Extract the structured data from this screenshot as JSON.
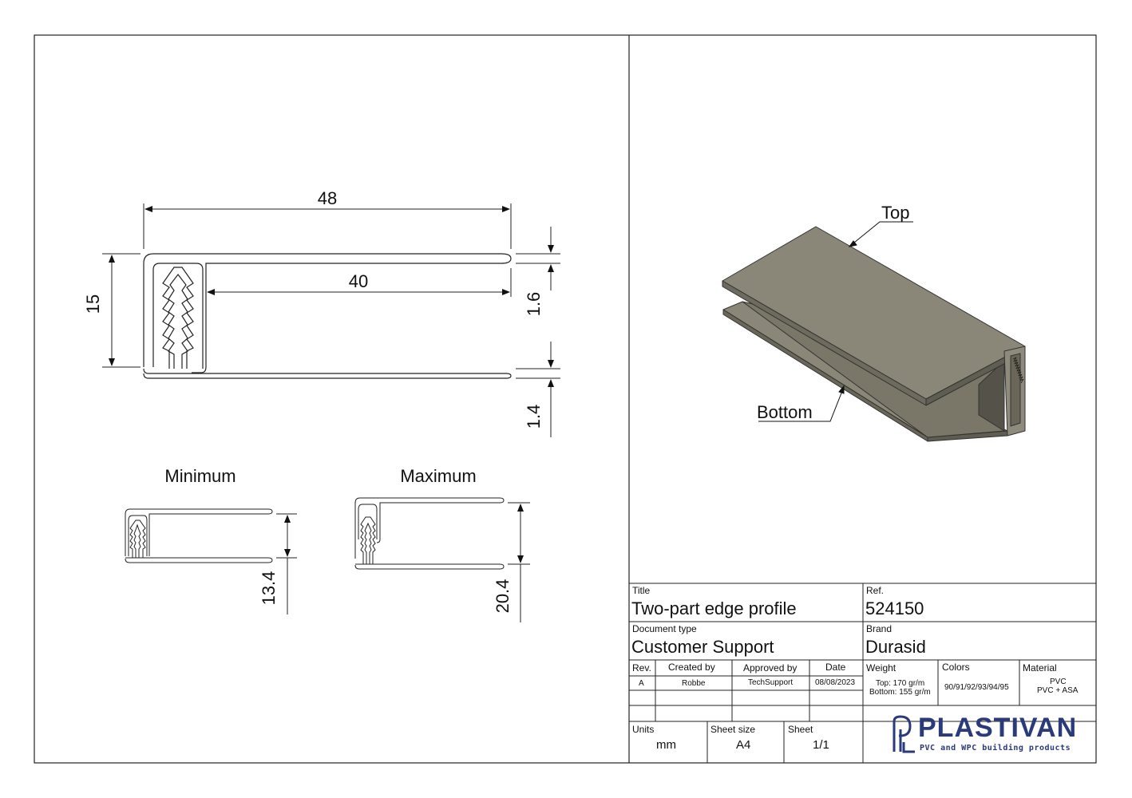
{
  "drawing": {
    "dimensions": {
      "overall_width": "48",
      "inner_width": "40",
      "height": "15",
      "top_thickness": "1.6",
      "bottom_thickness": "1.4",
      "min_height": "13.4",
      "max_height": "20.4"
    },
    "views": {
      "minimum_label": "Minimum",
      "maximum_label": "Maximum",
      "top_callout": "Top",
      "bottom_callout": "Bottom"
    },
    "colors": {
      "profile_fill": "#8a8778",
      "profile_dark": "#5f5c50",
      "profile_light": "#9e9a8a"
    }
  },
  "title_block": {
    "title_label": "Title",
    "title_value": "Two-part edge profile",
    "ref_label": "Ref.",
    "ref_value": "524150",
    "doctype_label": "Document type",
    "doctype_value": "Customer Support",
    "brand_label": "Brand",
    "brand_value": "Durasid",
    "rev_header": "Rev.",
    "created_header": "Created by",
    "approved_header": "Approved by",
    "date_header": "Date",
    "rev_value": "A",
    "created_value": "Robbe",
    "approved_value": "TechSupport",
    "date_value": "08/08/2023",
    "weight_label": "Weight",
    "weight_line1": "Top: 170 gr/m",
    "weight_line2": "Bottom: 155 gr/m",
    "colors_label": "Colors",
    "colors_value": "90/91/92/93/94/95",
    "material_label": "Material",
    "material_line1": "PVC",
    "material_line2": "PVC + ASA",
    "units_label": "Units",
    "units_value": "mm",
    "sheet_size_label": "Sheet size",
    "sheet_size_value": "A4",
    "sheet_label": "Sheet",
    "sheet_value": "1/1"
  },
  "logo": {
    "name": "PLASTIVAN",
    "tagline": "PVC and WPC building products",
    "color": "#2a3a7a"
  }
}
